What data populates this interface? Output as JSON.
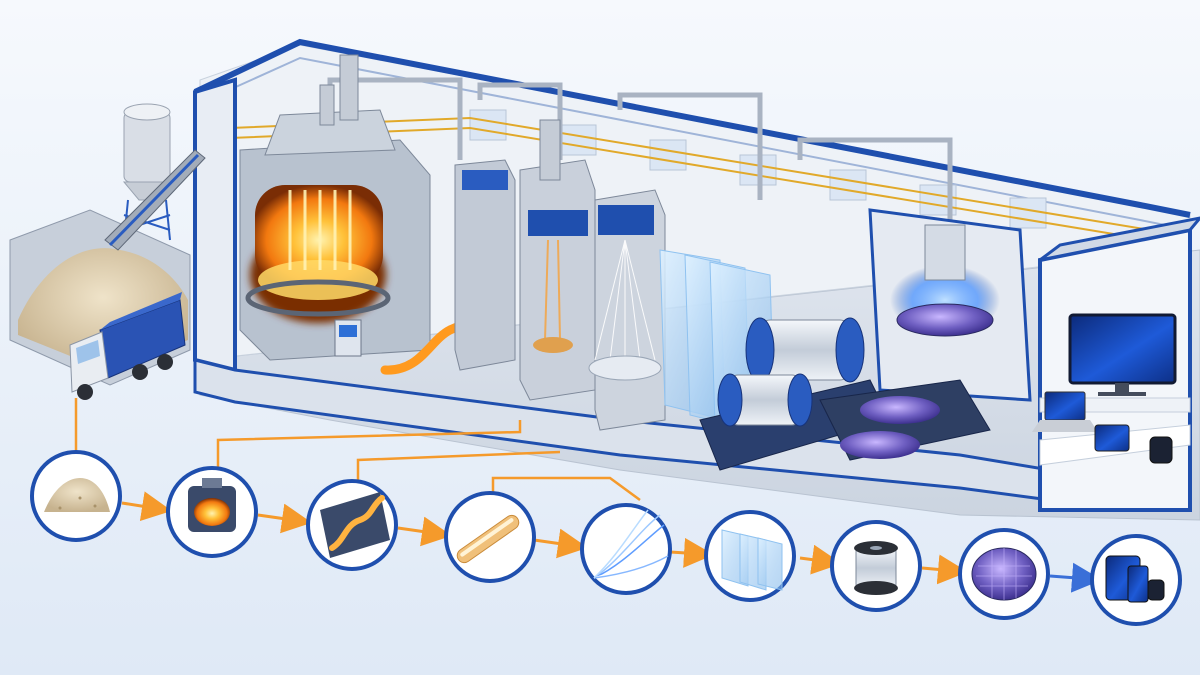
{
  "colors": {
    "accent_blue": "#1f4fae",
    "wall_gray": "#c9d2de",
    "wall_dark": "#9aa6b6",
    "floor": "#d7dee8",
    "glow_orange": "#ff9a1f",
    "glow_yellow": "#ffd24a",
    "flow_orange": "#f59a2b",
    "flow_blue": "#3a6fd8",
    "screen_blue": "#1a4fbf",
    "wafer_purple": "#7f6fc9"
  },
  "process_steps": [
    {
      "id": "raw-sand",
      "icon": "sand-pile-icon"
    },
    {
      "id": "melting-furnace",
      "icon": "furnace-icon"
    },
    {
      "id": "molten-channel",
      "icon": "molten-channel-icon"
    },
    {
      "id": "glass-rod",
      "icon": "glass-rod-icon"
    },
    {
      "id": "fiber-drawing",
      "icon": "fiber-strands-icon"
    },
    {
      "id": "glass-sheets",
      "icon": "glass-sheets-icon"
    },
    {
      "id": "fiber-spool",
      "icon": "fiber-spool-icon"
    },
    {
      "id": "silicon-wafer",
      "icon": "wafer-icon"
    },
    {
      "id": "electronic-devices",
      "icon": "devices-icon"
    }
  ]
}
